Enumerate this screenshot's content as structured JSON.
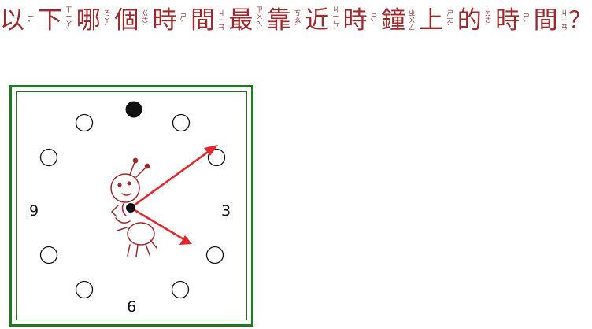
{
  "question": {
    "chars": [
      "以",
      "下",
      "哪",
      "個",
      "時",
      "間",
      "最",
      "靠",
      "近",
      "時",
      "鐘",
      "上",
      "的",
      "時",
      "間"
    ],
    "zhuyin": [
      "ㄧˇ",
      "ㄒㄧㄚˋ",
      "ㄋㄚˇ",
      "ㄍㄜ˙",
      "ㄕˊ",
      "ㄐㄧㄢ",
      "ㄗㄨㄟˋ",
      "ㄎㄠˋ",
      "ㄐㄧㄣˋ",
      "ㄕˊ",
      "ㄓㄨㄥ",
      "ㄕㄤˋ",
      "ㄉㄜ˙",
      "ㄕˊ",
      "ㄐㄧㄢ"
    ],
    "end_mark": "？",
    "color": "#a0282a"
  },
  "clock": {
    "numbers": {
      "twelve": "",
      "three": "3",
      "six": "6",
      "nine": "9"
    },
    "hour_hand_points_to": 4.5,
    "minute_hand_points_to_minute": 10,
    "hand_color": "#e3262b",
    "frame_color": "#1e7a1e",
    "figure": "ant",
    "figure_color": "#a0282a"
  }
}
